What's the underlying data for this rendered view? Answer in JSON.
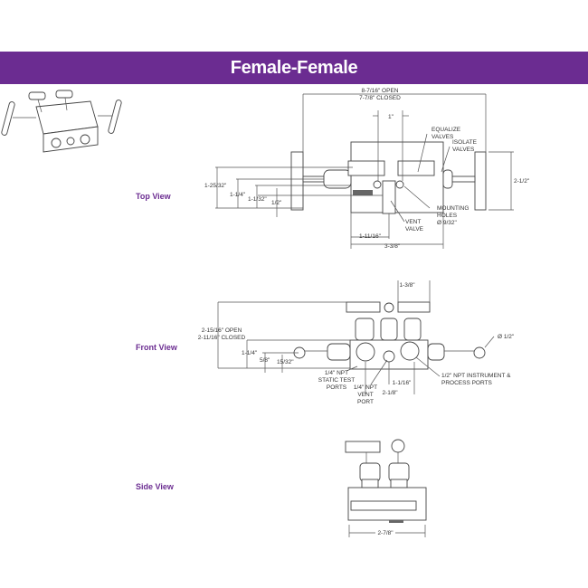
{
  "title": "Female-Female",
  "views": {
    "top": "Top View",
    "front": "Front View",
    "side": "Side View"
  },
  "top_view": {
    "overall_open": "8-7/16\" OPEN",
    "overall_closed": "7-7/8\" CLOSED",
    "valve_spacing": "1\"",
    "equalize_1": "EQUALIZE",
    "equalize_2": "VALVES",
    "isolate_1": "ISOLATE",
    "isolate_2": "VALVES",
    "height": "2-1/2\"",
    "d1": "1-25/32\"",
    "d2": "1-1/4\"",
    "d3": "1-1/32\"",
    "d4": "1/2\"",
    "mounting_1": "MOUNTING",
    "mounting_2": "HOLES",
    "mounting_3": "Ø 9/32\"",
    "vent_1": "VENT",
    "vent_2": "VALVE",
    "w1": "1-11/16\"",
    "w2": "3-3/8\""
  },
  "front_view": {
    "spacing": "1-3/8\"",
    "height_open": "2-15/16\" OPEN",
    "height_closed": "2-11/16\" CLOSED",
    "d1": "1-1/4\"",
    "d2": "5/8\"",
    "d3": "15/32\"",
    "ball": "Ø 1/2\"",
    "static_1": "1/4\" NPT",
    "static_2": "STATIC TEST",
    "static_3": "PORTS",
    "vent_1": "1/4\" NPT",
    "vent_2": "VENT",
    "vent_3": "PORT",
    "w1": "1-1/16\"",
    "w2": "2-1/8\"",
    "inst_1": "1/2\" NPT INSTRUMENT &",
    "inst_2": "PROCESS PORTS"
  },
  "side_view": {
    "width": "2-7/8\""
  },
  "colors": {
    "brand": "#6b2c91"
  }
}
